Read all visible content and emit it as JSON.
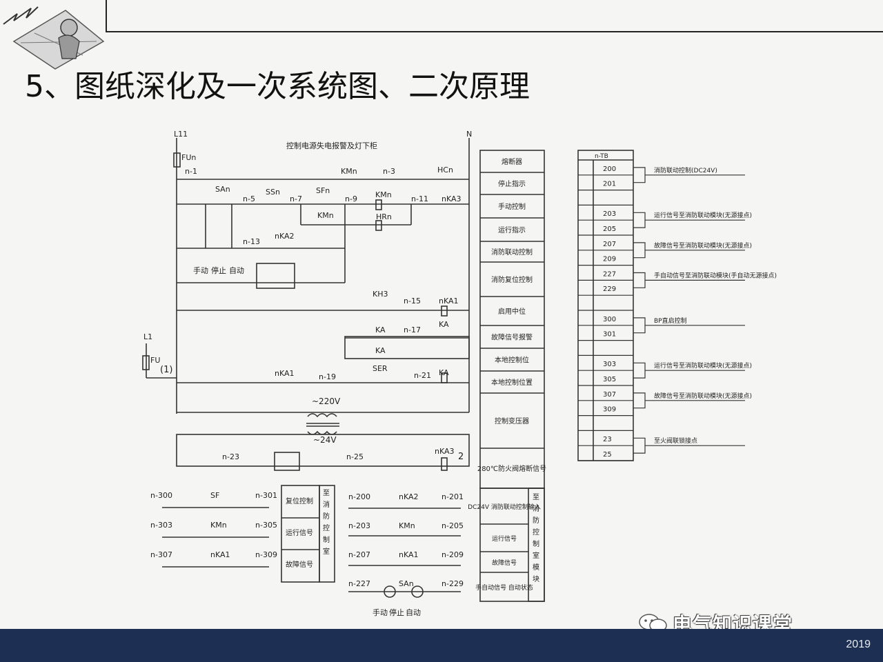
{
  "slide": {
    "title": "5、图纸深化及一次系统图、二次原理",
    "year": "2019",
    "watermark": "电气知识课堂"
  },
  "diagram": {
    "control_header": "控制电源失电报警及灯下柜",
    "supply": {
      "l11": "L11",
      "n": "N",
      "fu_n": "FUn",
      "l1": "L1",
      "fu": "FU",
      "ref": "(1)"
    },
    "wires": [
      "n-1",
      "n-3",
      "n-5",
      "n-7",
      "n-9",
      "n-11",
      "n-13",
      "n-15",
      "n-17",
      "n-19",
      "n-21",
      "n-23",
      "n-25"
    ],
    "devices": [
      "KMn",
      "HCn",
      "SAn",
      "SSn",
      "SFn",
      "KMn",
      "nKA3",
      "KMn",
      "HRn",
      "nKA2",
      "KH3",
      "nKA1",
      "KA",
      "KA",
      "KA",
      "SER",
      "KA",
      "nKA1",
      "nKA3"
    ],
    "switch_positions": [
      "手动",
      "停止",
      "自动"
    ],
    "transformer": {
      "primary": "~220V",
      "secondary": "~24V"
    },
    "bottom_ref": "2",
    "left_blocks": [
      {
        "from": "n-300",
        "dev": "SF",
        "to": "n-301"
      },
      {
        "from": "n-303",
        "dev": "KMn",
        "to": "n-305"
      },
      {
        "from": "n-307",
        "dev": "nKA1",
        "to": "n-309"
      }
    ],
    "left_block_labels": [
      "复位控制",
      "运行信号",
      "故障信号"
    ],
    "left_block_side": "至消防控制室",
    "mid_blocks": [
      {
        "from": "n-200",
        "dev": "nKA2",
        "to": "n-201"
      },
      {
        "from": "n-203",
        "dev": "KMn",
        "to": "n-205"
      },
      {
        "from": "n-207",
        "dev": "nKA1",
        "to": "n-209"
      },
      {
        "from": "n-227",
        "dev": "SAn",
        "to": "n-229"
      }
    ],
    "function_col": [
      "熔断器",
      "停止指示",
      "手动控制",
      "运行指示",
      "消防联动控制",
      "消防复位控制",
      "启用中位",
      "故障信号报警",
      "本地控制位",
      "本地控制位置",
      "控制变压器",
      "280℃防火阀熔断信号"
    ],
    "function_col2": [
      "DC24V 消防联动控制输入",
      "运行信号",
      "故障信号",
      "手自动信号 自动状态"
    ],
    "function_col2_side": "至消防控制室模块",
    "terminal": {
      "header": "n-TB",
      "rows": [
        "200",
        "201",
        "",
        "203",
        "205",
        "207",
        "209",
        "227",
        "229",
        "",
        "300",
        "301",
        "",
        "303",
        "305",
        "307",
        "309",
        "",
        "23",
        "25"
      ]
    },
    "terminal_notes": [
      "消防联动控制(DC24V)",
      "运行信号至消防联动模块(无源接点)",
      "故障信号至消防联动模块(无源接点)",
      "手自动信号至消防联动模块(手自动无源接点)",
      "BP直启控制",
      "运行信号至消防联动模块(无源接点)",
      "故障信号至消防联动模块(无源接点)",
      "至火阀联锁接点"
    ]
  }
}
